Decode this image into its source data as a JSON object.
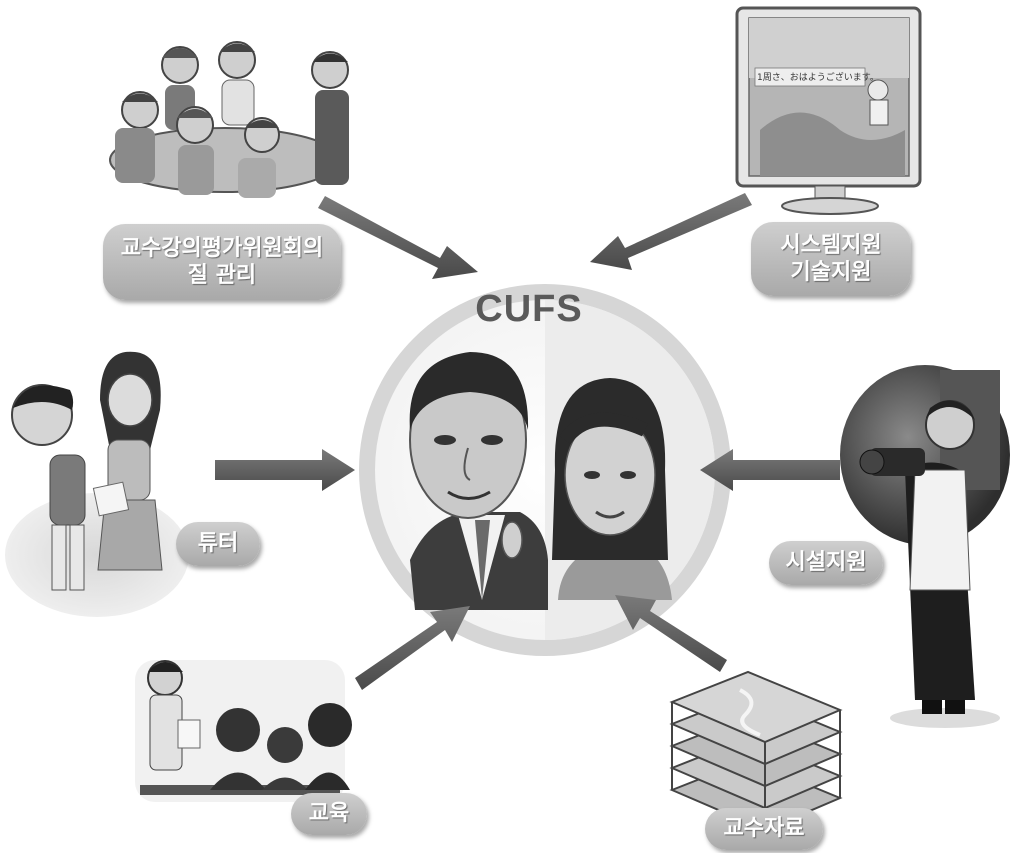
{
  "center": {
    "title": "CUFS"
  },
  "nodes": {
    "committee": {
      "line1": "교수강의평가위원회의",
      "line2": "질 관리"
    },
    "system": {
      "line1": "시스템지원",
      "line2": "기술지원"
    },
    "tutor": {
      "label": "튜터"
    },
    "facility": {
      "label": "시설지원"
    },
    "education": {
      "label": "교육"
    },
    "materials": {
      "label": "교수자료"
    }
  },
  "monitor_text": "1周さ、おはようございます。"
}
